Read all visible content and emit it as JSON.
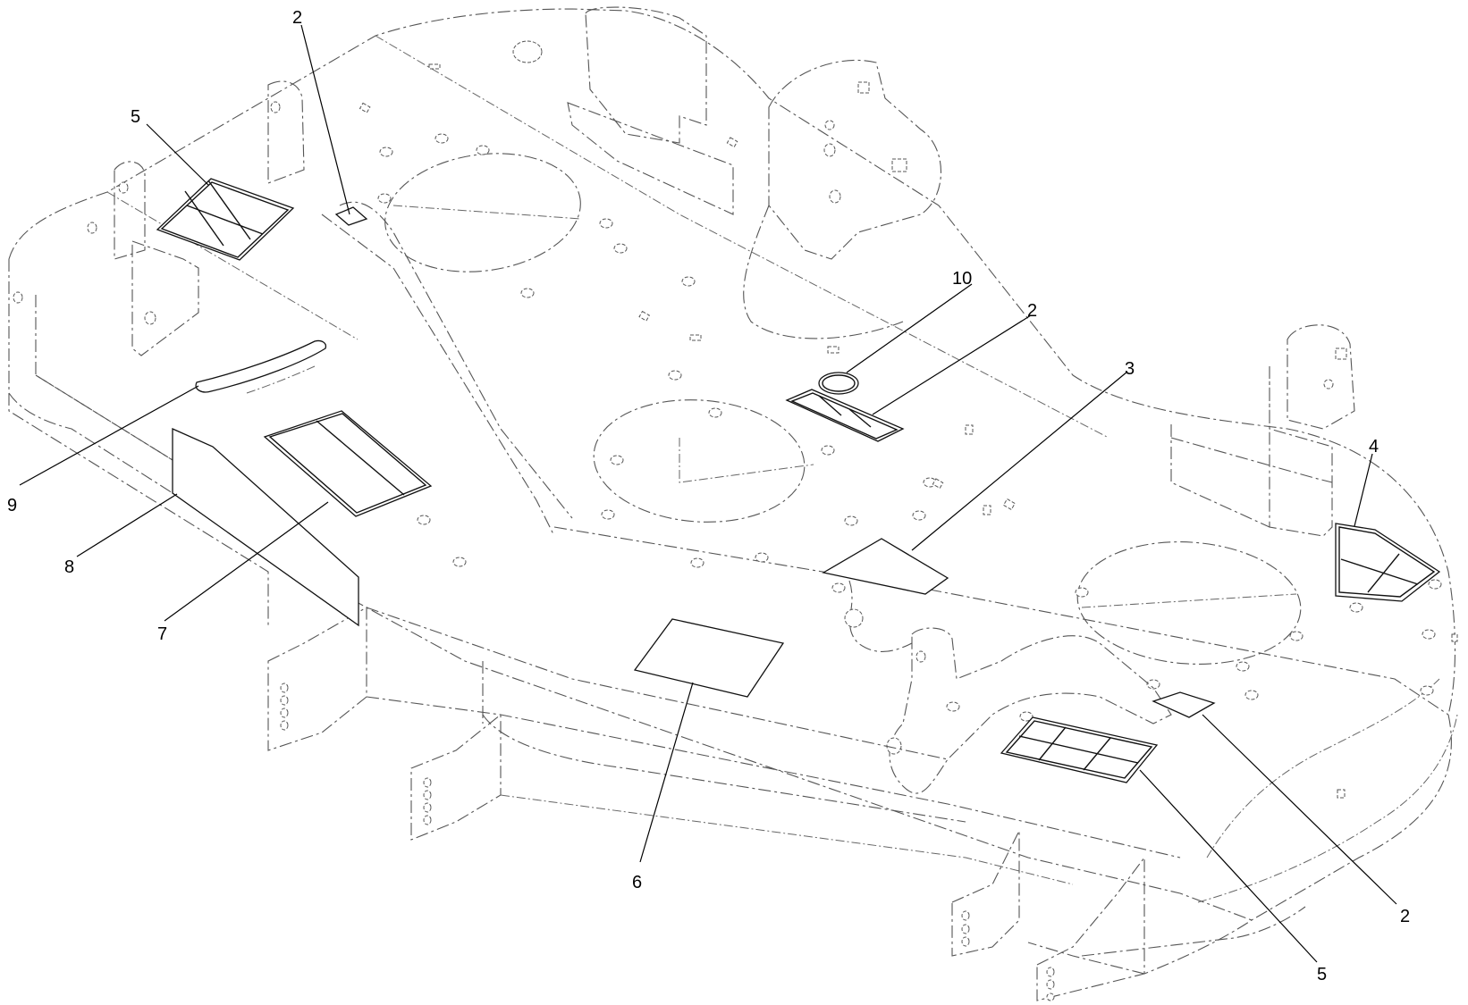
{
  "callouts": {
    "c_2_top": "2",
    "c_5_left": "5",
    "c_10": "10",
    "c_2_center": "2",
    "c_3": "3",
    "c_4": "4",
    "c_9": "9",
    "c_8": "8",
    "c_7": "7",
    "c_6": "6",
    "c_2_bottom": "2",
    "c_5_bottom": "5"
  }
}
